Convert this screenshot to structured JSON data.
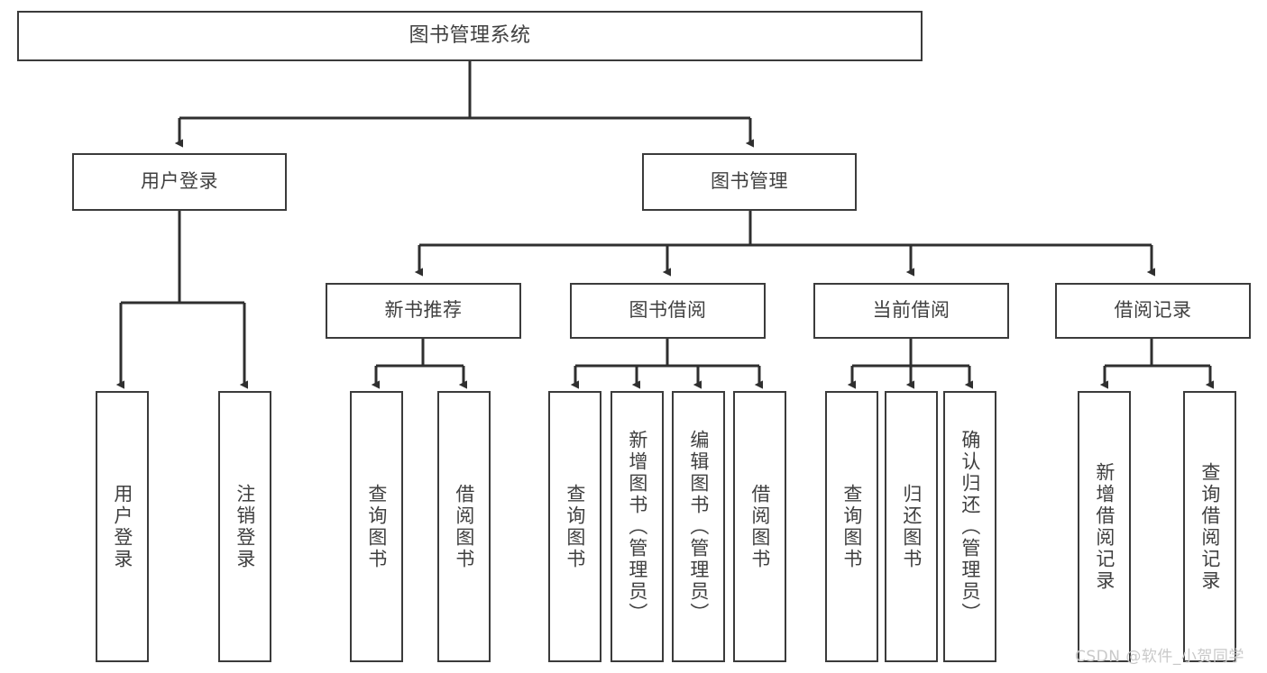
{
  "diagram": {
    "title": "图书管理系统",
    "watermark": "CSDN @软件_小贺同学",
    "colors": {
      "node_border": "#3b3b3b",
      "node_fill": "#ffffff",
      "edge": "#2f2f2f",
      "text": "#404040",
      "watermark": "#c9c9c9",
      "background": "#ffffff"
    },
    "nodes": {
      "root": "图书管理系统",
      "level2": {
        "user_login": "用户登录",
        "book_manage": "图书管理"
      },
      "level3": {
        "new_book_recommend": "新书推荐",
        "book_borrow": "图书借阅",
        "current_borrow": "当前借阅",
        "borrow_record": "借阅记录"
      },
      "leaves": {
        "user_login_1": "用户登录",
        "user_login_2": "注销登录",
        "recommend_1": "查询图书",
        "recommend_2": "借阅图书",
        "borrow_1": "查询图书",
        "borrow_2": "新增图书（管理员）",
        "borrow_3": "编辑图书（管理员）",
        "borrow_4": "借阅图书",
        "current_1": "查询图书",
        "current_2": "归还图书",
        "current_3": "确认归还（管理员）",
        "record_1": "新增借阅记录",
        "record_2": "查询借阅记录"
      }
    }
  }
}
